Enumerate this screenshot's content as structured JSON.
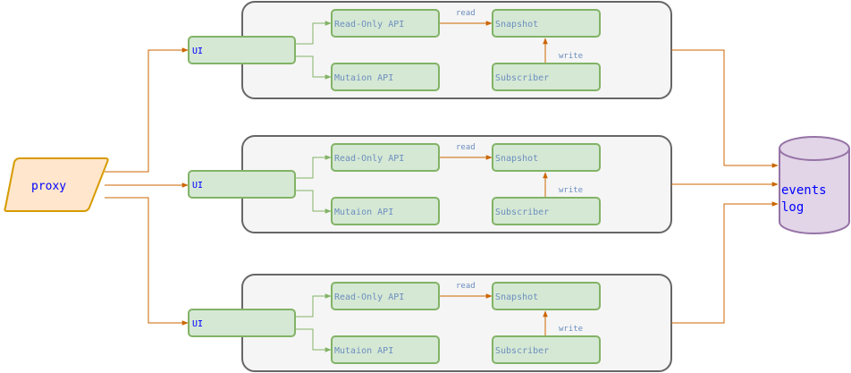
{
  "proxy": {
    "label": "proxy"
  },
  "events_log": {
    "line1": "events",
    "line2": "log"
  },
  "groups": [
    {
      "ui": "UI",
      "read_only_api": "Read-Only API",
      "mutation_api": "Mutaion API",
      "snapshot": "Snapshot",
      "subscriber": "Subscriber",
      "read_label": "read",
      "write_label": "write"
    },
    {
      "ui": "UI",
      "read_only_api": "Read-Only API",
      "mutation_api": "Mutaion API",
      "snapshot": "Snapshot",
      "subscriber": "Subscriber",
      "read_label": "read",
      "write_label": "write"
    },
    {
      "ui": "UI",
      "read_only_api": "Read-Only API",
      "mutation_api": "Mutaion API",
      "snapshot": "Snapshot",
      "subscriber": "Subscriber",
      "read_label": "read",
      "write_label": "write"
    }
  ],
  "colors": {
    "container_fill": "#f5f5f5",
    "container_stroke": "#666666",
    "node_fill": "#d5e8d4",
    "node_stroke": "#82b366",
    "node_text": "#6c8ebf",
    "orange_arrow": "#cc6600",
    "green_arrow": "#82b366",
    "proxy_fill": "#ffe6cc",
    "proxy_stroke": "#d79b00",
    "db_fill": "#e1d5e7",
    "db_stroke": "#9673a6",
    "label_text": "#0000ff"
  }
}
